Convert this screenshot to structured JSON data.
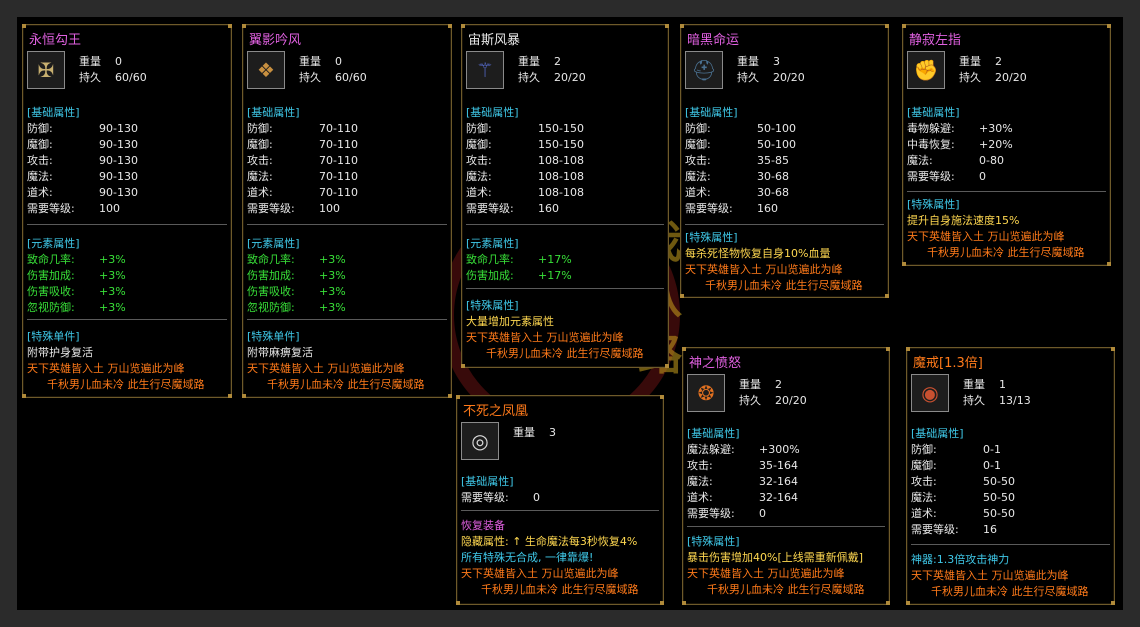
{
  "watermark": {
    "text": "我八路"
  },
  "cards": [
    {
      "title": "永恒勾王",
      "weight_label": "重量",
      "weight": "0",
      "dur_label": "持久",
      "dur": "60/60",
      "base_header": "[基础属性]",
      "base": [
        [
          "防御:",
          "90-130"
        ],
        [
          "魔御:",
          "90-130"
        ],
        [
          "攻击:",
          "90-130"
        ],
        [
          "魔法:",
          "90-130"
        ],
        [
          "道术:",
          "90-130"
        ],
        [
          "需要等级:",
          "100"
        ]
      ],
      "elem_header": "[元素属性]",
      "elem": [
        [
          "致命几率:",
          "+3%"
        ],
        [
          "伤害加成:",
          "+3%"
        ],
        [
          "伤害吸收:",
          "+3%"
        ],
        [
          "忽视防御:",
          "+3%"
        ]
      ],
      "spec_header": "[特殊单件]",
      "spec_line": "附带护身复活",
      "poem1": "天下英雄皆入土  万山览遍此为峰",
      "poem2": "千秋男儿血未冷  此生行尽魔域路"
    },
    {
      "title": "翼影吟风",
      "weight_label": "重量",
      "weight": "0",
      "dur_label": "持久",
      "dur": "60/60",
      "base_header": "[基础属性]",
      "base": [
        [
          "防御:",
          "70-110"
        ],
        [
          "魔御:",
          "70-110"
        ],
        [
          "攻击:",
          "70-110"
        ],
        [
          "魔法:",
          "70-110"
        ],
        [
          "道术:",
          "70-110"
        ],
        [
          "需要等级:",
          "100"
        ]
      ],
      "elem_header": "[元素属性]",
      "elem": [
        [
          "致命几率:",
          "+3%"
        ],
        [
          "伤害加成:",
          "+3%"
        ],
        [
          "伤害吸收:",
          "+3%"
        ],
        [
          "忽视防御:",
          "+3%"
        ]
      ],
      "spec_header": "[特殊单件]",
      "spec_line": "附带麻痹复活",
      "poem1": "天下英雄皆入土  万山览遍此为峰",
      "poem2": "千秋男儿血未冷  此生行尽魔域路"
    },
    {
      "title": "宙斯风暴",
      "weight_label": "重量",
      "weight": "2",
      "dur_label": "持久",
      "dur": "20/20",
      "base_header": "[基础属性]",
      "base": [
        [
          "防御:",
          "150-150"
        ],
        [
          "魔御:",
          "150-150"
        ],
        [
          "攻击:",
          "108-108"
        ],
        [
          "魔法:",
          "108-108"
        ],
        [
          "道术:",
          "108-108"
        ],
        [
          "需要等级:",
          "160"
        ]
      ],
      "elem_header": "[元素属性]",
      "elem": [
        [
          "致命几率:",
          "+17%"
        ],
        [
          "伤害加成:",
          "+17%"
        ]
      ],
      "spec_header": "[特殊属性]",
      "spec_line": "大量增加元素属性",
      "poem1": "天下英雄皆入土  万山览遍此为峰",
      "poem2": "千秋男儿血未冷  此生行尽魔域路"
    },
    {
      "title": "暗黑命运",
      "weight_label": "重量",
      "weight": "3",
      "dur_label": "持久",
      "dur": "20/20",
      "base_header": "[基础属性]",
      "base": [
        [
          "防御:",
          "50-100"
        ],
        [
          "魔御:",
          "50-100"
        ],
        [
          "攻击:",
          "35-85"
        ],
        [
          "魔法:",
          "30-68"
        ],
        [
          "道术:",
          "30-68"
        ],
        [
          "需要等级:",
          "160"
        ]
      ],
      "spec_header": "[特殊属性]",
      "spec_line": "每杀死怪物恢复自身10%血量",
      "poem1": "天下英雄皆入土  万山览遍此为峰",
      "poem2": "千秋男儿血未冷  此生行尽魔域路"
    },
    {
      "title": "静寂左指",
      "weight_label": "重量",
      "weight": "2",
      "dur_label": "持久",
      "dur": "20/20",
      "base_header": "[基础属性]",
      "base": [
        [
          "毒物躲避:",
          "+30%"
        ],
        [
          "中毒恢复:",
          "+20%"
        ],
        [
          "魔法:",
          "0-80"
        ],
        [
          "需要等级:",
          "0"
        ]
      ],
      "spec_header": "[特殊属性]",
      "spec_line": "提升自身施法速度15%",
      "poem1": "天下英雄皆入土  万山览遍此为峰",
      "poem2": "千秋男儿血未冷  此生行尽魔域路"
    },
    {
      "title": "不死之凤凰",
      "weight_label": "重量",
      "weight": "3",
      "base_header": "[基础属性]",
      "base": [
        [
          "需要等级:",
          "0"
        ]
      ],
      "spec_header": "恢复装备",
      "spec_line": "隐藏属性: ↑ 生命魔法每3秒恢复4%",
      "spec_line2": "所有特殊无合成, 一律靠爆!",
      "poem1": "天下英雄皆入土  万山览遍此为峰",
      "poem2": "千秋男儿血未冷  此生行尽魔域路"
    },
    {
      "title": "神之愤怒",
      "weight_label": "重量",
      "weight": "2",
      "dur_label": "持久",
      "dur": "20/20",
      "base_header": "[基础属性]",
      "base": [
        [
          "魔法躲避:",
          "+300%"
        ],
        [
          "攻击:",
          "35-164"
        ],
        [
          "魔法:",
          "32-164"
        ],
        [
          "道术:",
          "32-164"
        ],
        [
          "需要等级:",
          "0"
        ]
      ],
      "spec_header": "[特殊属性]",
      "spec_line": "暴击伤害增加40%[上线需重新佩戴]",
      "poem1": "天下英雄皆入土  万山览遍此为峰",
      "poem2": "千秋男儿血未冷  此生行尽魔域路"
    },
    {
      "title": "魔戒[1.3倍]",
      "weight_label": "重量",
      "weight": "1",
      "dur_label": "持久",
      "dur": "13/13",
      "base_header": "[基础属性]",
      "base": [
        [
          "防御:",
          "0-1"
        ],
        [
          "魔御:",
          "0-1"
        ],
        [
          "攻击:",
          "50-50"
        ],
        [
          "魔法:",
          "50-50"
        ],
        [
          "道术:",
          "50-50"
        ],
        [
          "需要等级:",
          "16"
        ]
      ],
      "spec_line": "神器:1.3倍攻击神力",
      "poem1": "天下英雄皆入土  万山览遍此为峰",
      "poem2": "千秋男儿血未冷  此生行尽魔域路"
    }
  ]
}
